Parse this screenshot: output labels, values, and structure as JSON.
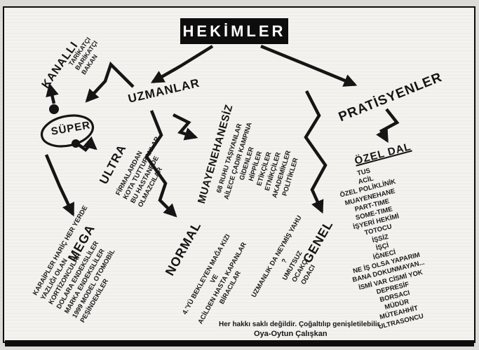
{
  "title": "HEKİMLER",
  "branches": {
    "uzmanlar": "UZMANLAR",
    "pratisyenler": "PRATİSYENLER"
  },
  "kanalli": {
    "label": "KANALLI",
    "notes": [
      "TARİKATÇI",
      "BARİKATÇI",
      "BAKAN"
    ]
  },
  "super": {
    "label": "SÜPER"
  },
  "ultra": {
    "label": "ULTRA",
    "items": [
      "FİRMALARDAN",
      "KOTA TUTTURANLAR",
      "BU HASTANEDE",
      "OLMAZCILAR"
    ]
  },
  "mega": {
    "label": "MEGA",
    "items": [
      "KARAİPLER HARİÇ HER YERDE",
      "YAZLIĞI OLAN",
      "KORTİZONCULAR",
      "DOLARA ENDEKSLİLER",
      "MARKA ENDEKSLİLER",
      "1999 MODEL OTOMOBİL",
      "PEŞİNDEKİLER"
    ]
  },
  "muayenehanesiz": {
    "label": "MUAYENEHANESİZ",
    "items": [
      "68 RUHU TAŞIYANLAR",
      "AİLECE ÇADIR KAMPINA GİDENLER",
      "HİPPİLER",
      "ETİKÇİLER",
      "ETNİKÇİLER",
      "AKADEMİKLER",
      "POLİTİKLER"
    ]
  },
  "normal": {
    "label": "NORMAL",
    "items": [
      "4.'YÜ BEKLEYEN MAĞA KIZI VE",
      "ACİLDEN HASTA KAPANLAR",
      "BİRACILAR"
    ]
  },
  "genel": {
    "label": "GENEL",
    "items": [
      "UZMANLIK DA NEYMİŞ YAHU ?",
      "UMUTSUZ",
      "OCAKÇI",
      "ODACI"
    ]
  },
  "ozel_dal": {
    "label": "ÖZEL DAL",
    "items": [
      "TUS",
      "ACİL",
      "ÖZEL POLİKLİNİK",
      "MUAYENEHANE",
      "PART-TIME",
      "SOME-TIME",
      "İŞYERİ HEKİMİ",
      "TOTOCU",
      "İŞSİZ",
      "İŞÇİ",
      "İĞNECİ",
      "NE İŞ OLSA YAPARIM",
      "BANA DOKUNMAYAN...",
      "İSMİ VAR CİSMİ YOK",
      "DEPRESİF",
      "BORSACI",
      "MÜDÜR",
      "MÜTEAHHİT",
      "ULTRASONCU"
    ]
  },
  "footer": {
    "line1": "Her hakkı saklı değildir. Çoğaltılıp genişletilebilir.",
    "line2": "Oya-Oytun Çalışkan"
  },
  "colors": {
    "ink": "#141414",
    "paper": "#f4f2ee"
  }
}
